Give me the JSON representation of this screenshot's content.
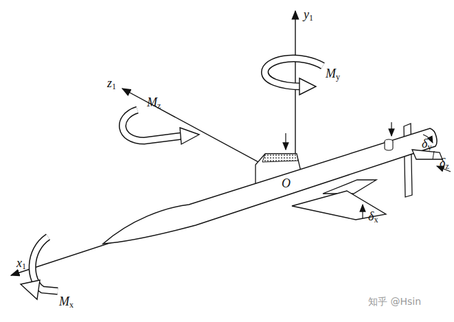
{
  "diagram": {
    "labels": [
      "y1",
      "My",
      "z1",
      "Mz",
      "O",
      "δy",
      "δz",
      "δx",
      "x1",
      "Mx",
      "知乎 @Hsin"
    ]
  }
}
